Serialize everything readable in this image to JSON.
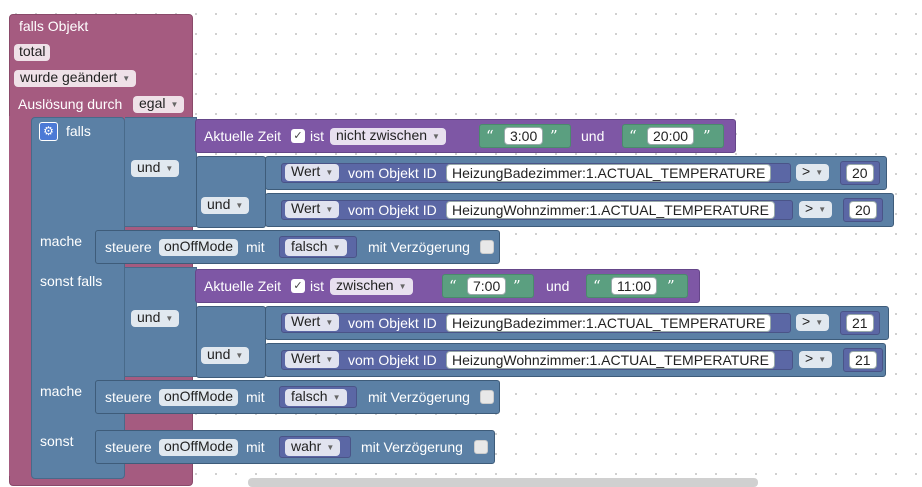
{
  "event": {
    "title": "falls Objekt",
    "object": "total",
    "condition": "wurde geändert",
    "trigger_label": "Auslösung durch",
    "trigger_value": "egal"
  },
  "ifblock": {
    "falls": "falls",
    "mache1": "mache",
    "sonst_falls": "sonst falls",
    "mache2": "mache",
    "sonst": "sonst"
  },
  "cond1": {
    "label": "Aktuelle Zeit",
    "ist": "ist",
    "mode": "nicht zwischen",
    "from": "3:00",
    "und": "und",
    "to": "20:00",
    "and1": "und",
    "and2": "und",
    "cmp1": {
      "field": "Wert",
      "vom": "vom Objekt ID",
      "id": "HeizungBadezimmer:1.ACTUAL_TEMPERATURE",
      "op": ">",
      "value": "20"
    },
    "cmp2": {
      "field": "Wert",
      "vom": "vom Objekt ID",
      "id": "HeizungWohnzimmer:1.ACTUAL_TEMPERATURE",
      "op": ">",
      "value": "20"
    }
  },
  "cond2": {
    "label": "Aktuelle Zeit",
    "ist": "ist",
    "mode": "zwischen",
    "from": "7:00",
    "und": "und",
    "to": "11:00",
    "and1": "und",
    "and2": "und",
    "cmp1": {
      "field": "Wert",
      "vom": "vom Objekt ID",
      "id": "HeizungBadezimmer:1.ACTUAL_TEMPERATURE",
      "op": ">",
      "value": "21"
    },
    "cmp2": {
      "field": "Wert",
      "vom": "vom Objekt ID",
      "id": "HeizungWohnzimmer:1.ACTUAL_TEMPERATURE",
      "op": ">",
      "value": "21"
    }
  },
  "actions": [
    {
      "label": "steuere",
      "var": "onOffMode",
      "mit": "mit",
      "value": "falsch",
      "delay": "mit Verzögerung"
    },
    {
      "label": "steuere",
      "var": "onOffMode",
      "mit": "mit",
      "value": "falsch",
      "delay": "mit Verzögerung"
    },
    {
      "label": "steuere",
      "var": "onOffMode",
      "mit": "mit",
      "value": "wahr",
      "delay": "mit Verzögerung"
    }
  ],
  "colors": {
    "event": "#a55b80",
    "logic": "#5b80a5",
    "time": "#7e57a5",
    "text": "#5b9f80",
    "value": "#5b67a5"
  },
  "icons": {
    "gear": "gear-icon",
    "checkbox": "checkbox-icon",
    "quote": "quote-icon"
  }
}
